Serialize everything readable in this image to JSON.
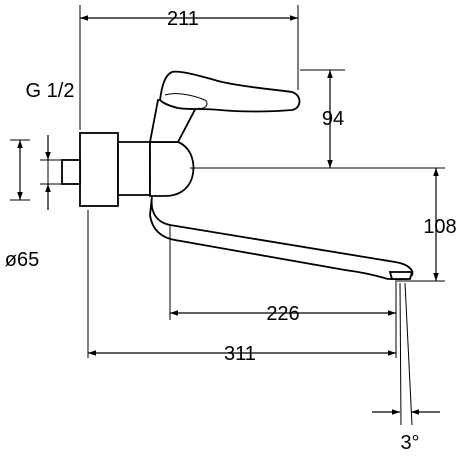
{
  "drawing": {
    "dimensions": {
      "top_width": "211",
      "lever_height": "94",
      "spout_height": "108",
      "spout_reach": "226",
      "overall_length": "311",
      "angle": "3°",
      "thread": "G 1/2",
      "flange_diameter": "ø65"
    }
  }
}
